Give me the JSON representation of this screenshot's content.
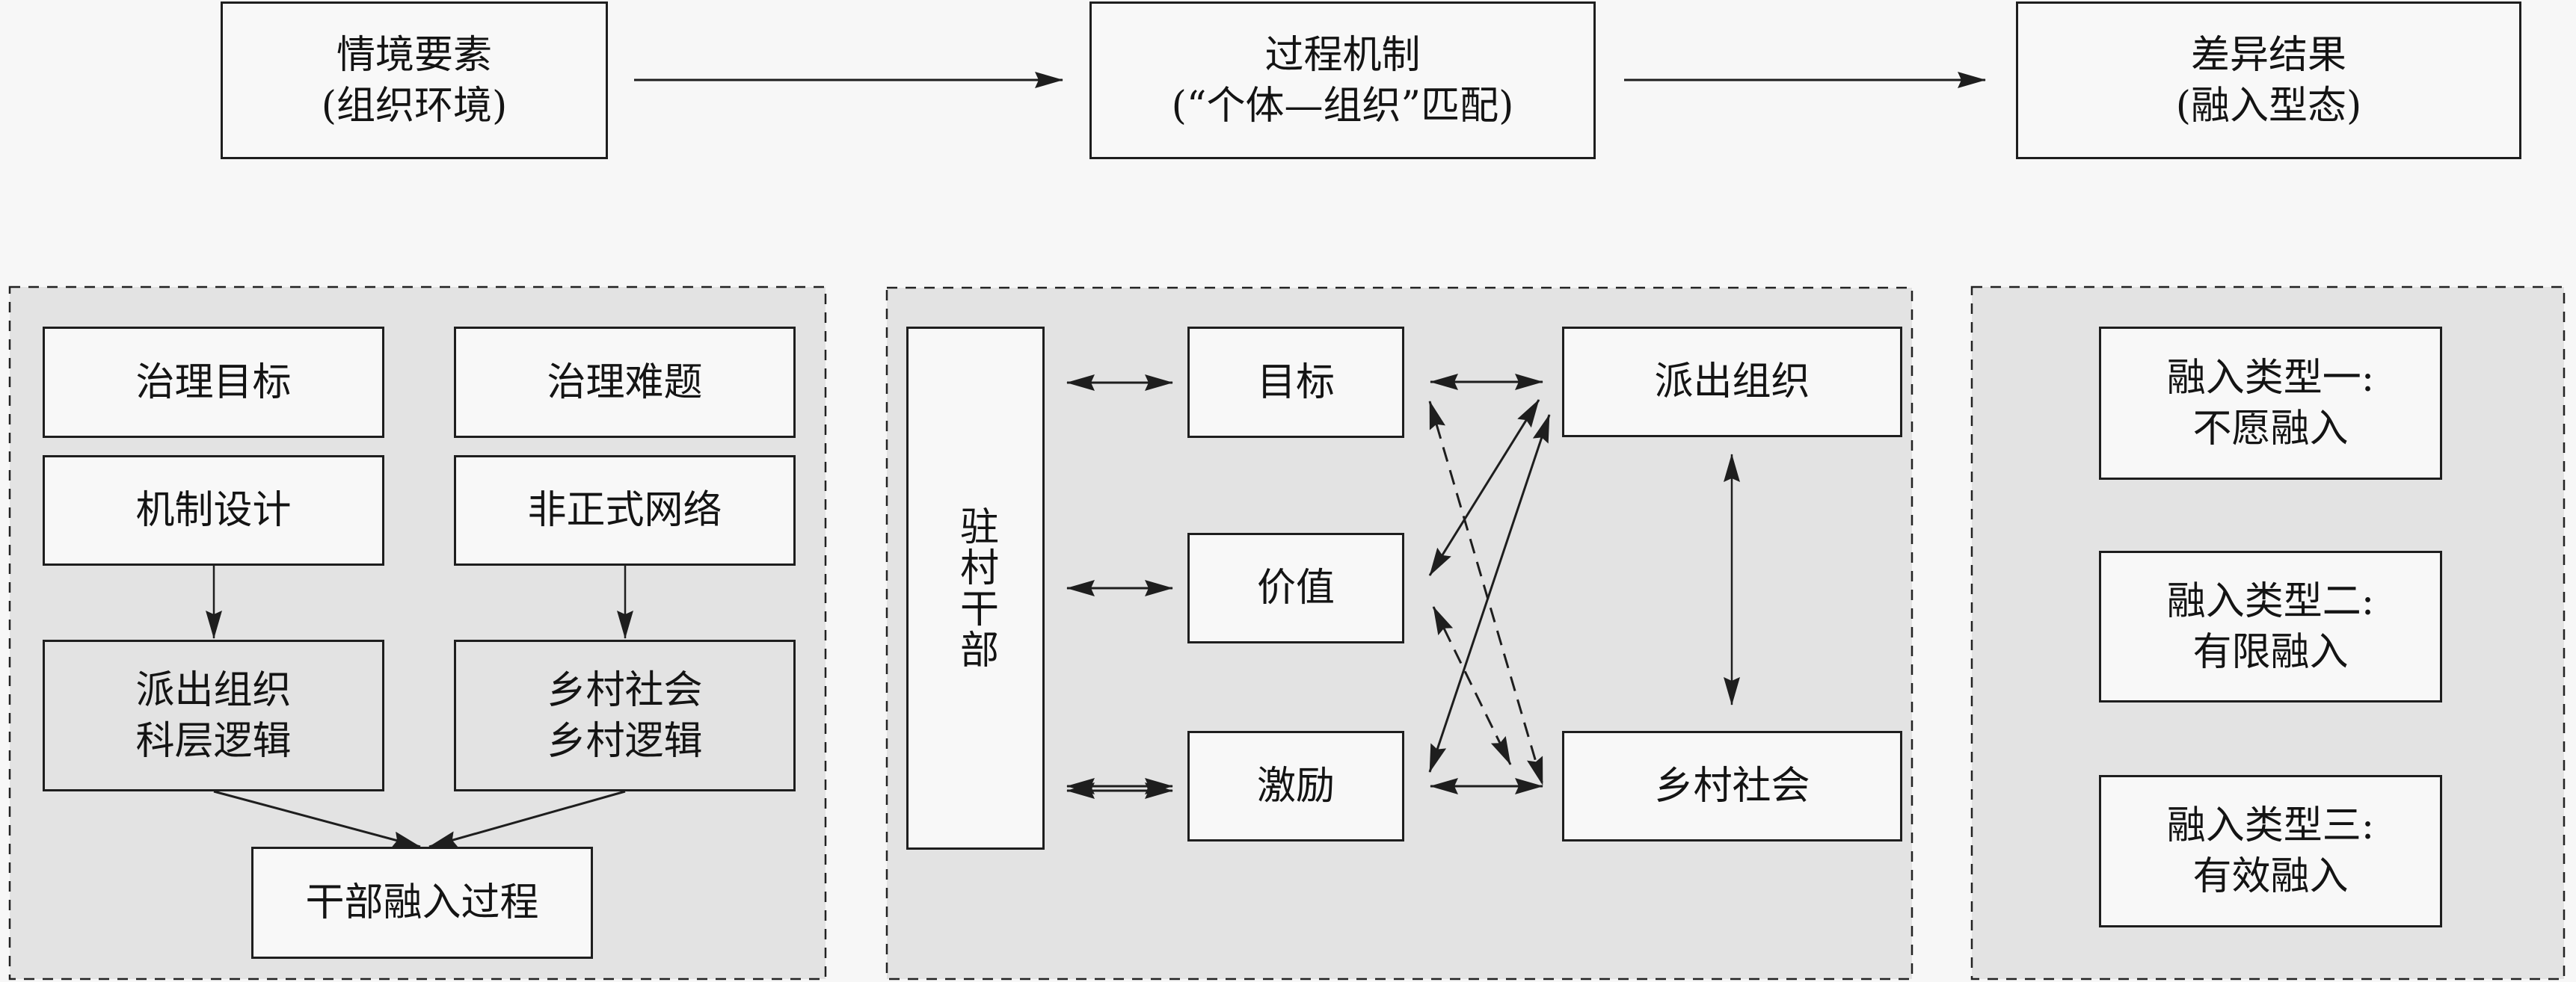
{
  "colors": {
    "page_background": "#f7f7f7",
    "panel_background": "#e3e3e3",
    "box_background": "#f8f8f8",
    "stroke": "#1e1e1e"
  },
  "header_flow": {
    "context": {
      "title": "情境要素",
      "subtitle": "(组织环境)"
    },
    "process": {
      "title": "过程机制",
      "subtitle": "(“个体—组织”匹配)"
    },
    "outcome": {
      "title": "差异结果",
      "subtitle": "(融入型态)"
    }
  },
  "context_panel": {
    "governance_goal": "治理目标",
    "governance_problem": "治理难题",
    "mechanism_design": "机制设计",
    "informal_network": "非正式网络",
    "dispatching_org": {
      "line1": "派出组织",
      "line2": "科层逻辑"
    },
    "rural_society": {
      "line1": "乡村社会",
      "line2": "乡村逻辑"
    },
    "integration_process": "干部融入过程"
  },
  "process_panel": {
    "cadre": "驻村干部",
    "goal": "目标",
    "value": "价值",
    "incentive": "激励",
    "dispatching_org": "派出组织",
    "rural_society": "乡村社会"
  },
  "outcome_panel": {
    "types": [
      {
        "label": "融入类型一:",
        "name": "不愿融入"
      },
      {
        "label": "融入类型二:",
        "name": "有限融入"
      },
      {
        "label": "融入类型三:",
        "name": "有效融入"
      }
    ]
  }
}
